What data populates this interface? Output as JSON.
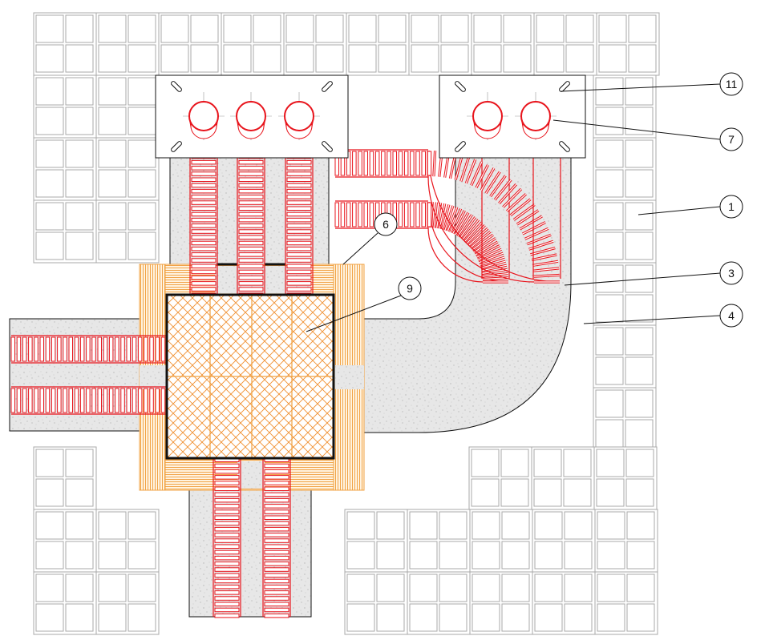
{
  "callouts": [
    {
      "id": "callout-11",
      "label": "11"
    },
    {
      "id": "callout-7",
      "label": "7"
    },
    {
      "id": "callout-1",
      "label": "1"
    },
    {
      "id": "callout-3",
      "label": "3"
    },
    {
      "id": "callout-4",
      "label": "4"
    },
    {
      "id": "callout-6",
      "label": "6"
    },
    {
      "id": "callout-9",
      "label": "9"
    }
  ],
  "colors": {
    "tile": "#a8a8a8",
    "conduit": "#e8141c",
    "timber": "#f0a040",
    "fill_concrete": "#e6e6e6",
    "speckle": "#b5b5b5",
    "outline": "#111111"
  },
  "icons": {
    "inlet_pipe": "pipe-end-circle",
    "bolt_slot": "bolt-slot-icon"
  }
}
